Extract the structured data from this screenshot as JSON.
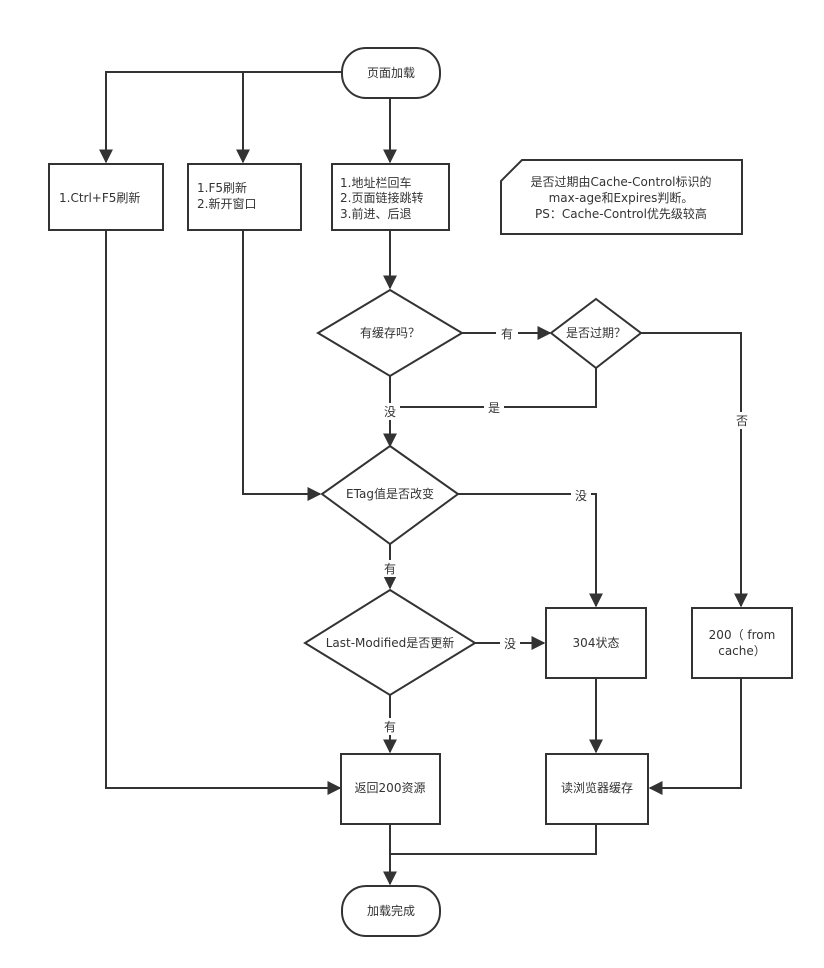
{
  "nodes": {
    "start": "页面加载",
    "ctrl_f5": "1.Ctrl+F5刷新",
    "f5_lines": [
      "1.F5刷新",
      "2.新开窗口"
    ],
    "nav_lines": [
      "1.地址栏回车",
      "2.页面链接跳转",
      "3.前进、后退"
    ],
    "note_lines": [
      "是否过期由Cache-Control标识的",
      "max-age和Expires判断。",
      "PS：Cache-Control优先级较高"
    ],
    "has_cache": "有缓存吗？",
    "expired": "是否过期？",
    "etag": "ETag值是否改变",
    "last_modified": "Last-Modified是否更新",
    "status_304": "304状态",
    "from_cache_lines": [
      "200（ from",
      "cache）"
    ],
    "return_200": "返回200资源",
    "read_cache": "读浏览器缓存",
    "end": "加载完成"
  },
  "edge_labels": {
    "has_cache_yes": "有",
    "has_cache_no": "没",
    "expired_yes": "是",
    "expired_no": "否",
    "etag_no": "没",
    "etag_yes": "有",
    "lm_no": "没",
    "lm_yes": "有"
  }
}
